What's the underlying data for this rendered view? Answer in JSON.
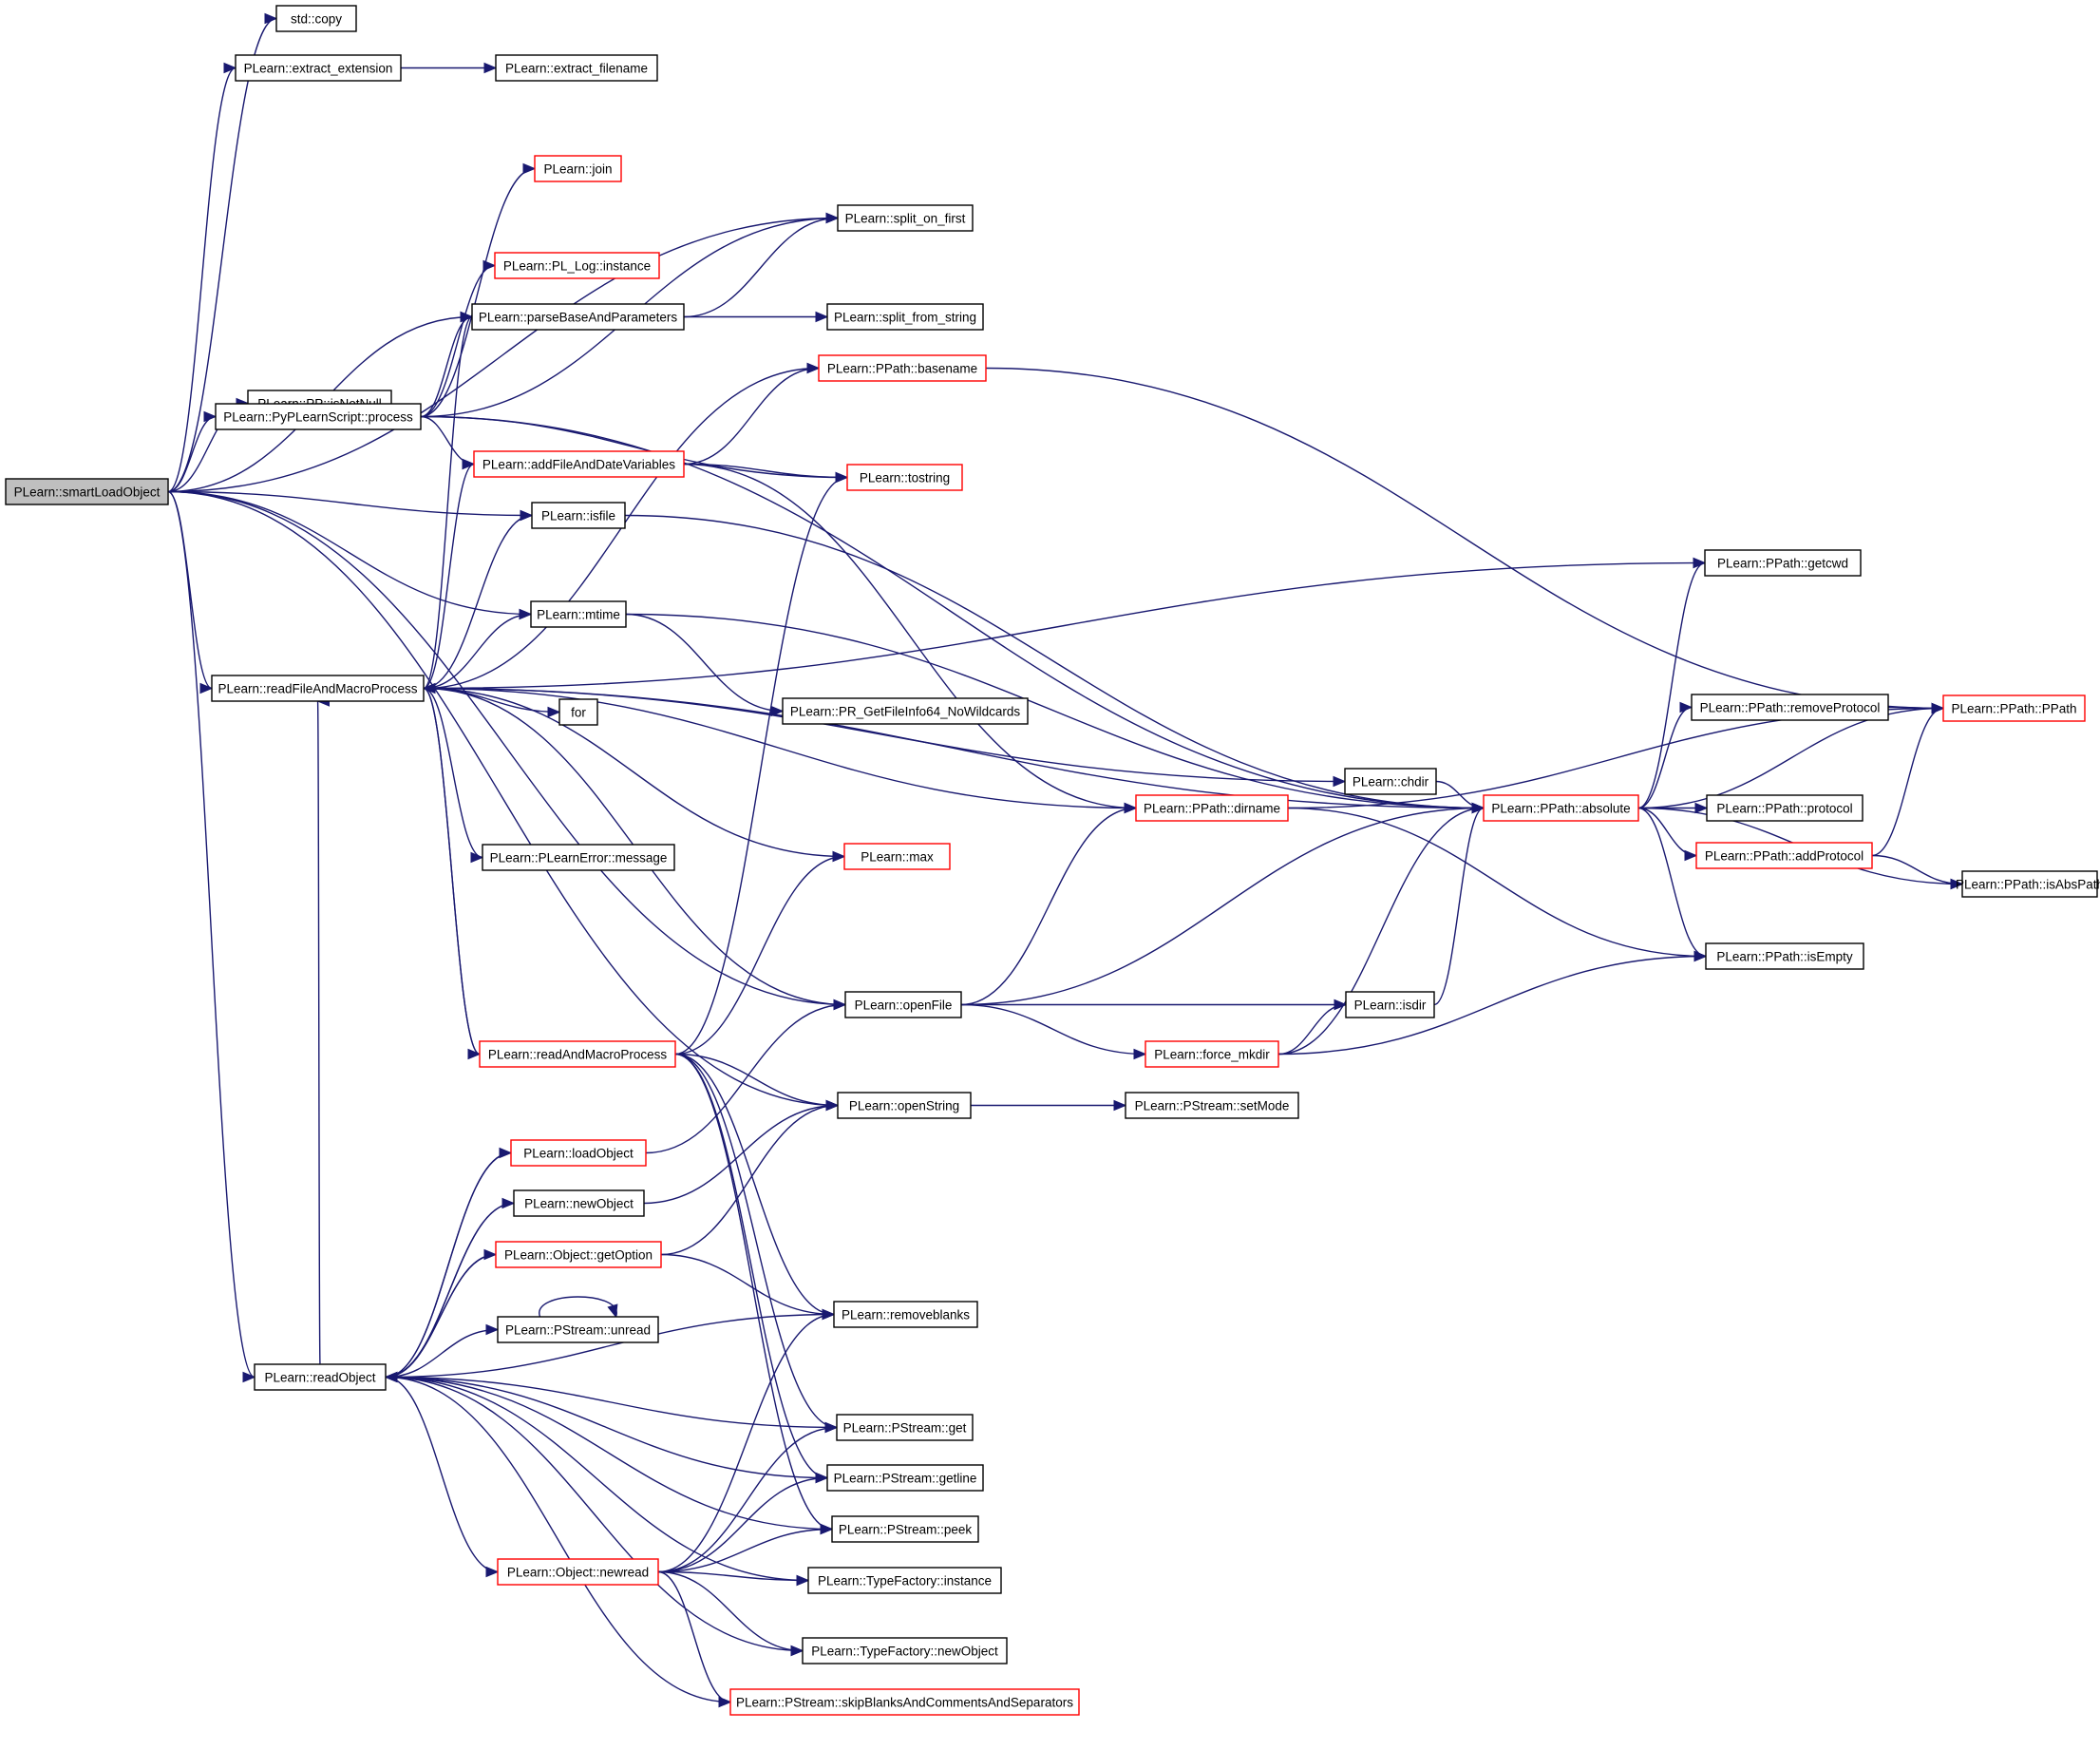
{
  "diagram": {
    "colors": {
      "edge": "#191970",
      "truncated_border": "#ff0000",
      "node_border": "#000000",
      "root_fill": "#bfbfbf"
    },
    "nodes": [
      {
        "id": "smartLoadObject",
        "label": "PLearn::smartLoadObject",
        "root": true
      },
      {
        "id": "copy",
        "label": "std::copy"
      },
      {
        "id": "extract_extension",
        "label": "PLearn::extract_extension"
      },
      {
        "id": "extract_filename",
        "label": "PLearn::extract_filename"
      },
      {
        "id": "join",
        "label": "PLearn::join",
        "truncated": true
      },
      {
        "id": "split_on_first",
        "label": "PLearn::split_on_first"
      },
      {
        "id": "pl_log_instance",
        "label": "PLearn::PL_Log::instance",
        "truncated": true
      },
      {
        "id": "parseBaseAndParameters",
        "label": "PLearn::parseBaseAndParameters"
      },
      {
        "id": "split_from_string",
        "label": "PLearn::split_from_string"
      },
      {
        "id": "isNotNull",
        "label": "PLearn::PP::isNotNull"
      },
      {
        "id": "basename",
        "label": "PLearn::PPath::basename",
        "truncated": true
      },
      {
        "id": "process",
        "label": "PLearn::PyPLearnScript::process"
      },
      {
        "id": "addFileAndDateVariables",
        "label": "PLearn::addFileAndDateVariables",
        "truncated": true
      },
      {
        "id": "tostring",
        "label": "PLearn::tostring",
        "truncated": true
      },
      {
        "id": "isfile",
        "label": "PLearn::isfile"
      },
      {
        "id": "getcwd",
        "label": "PLearn::PPath::getcwd"
      },
      {
        "id": "mtime",
        "label": "PLearn::mtime"
      },
      {
        "id": "readFileAndMacroProcess",
        "label": "PLearn::readFileAndMacroProcess"
      },
      {
        "id": "for",
        "label": "for"
      },
      {
        "id": "pr_getfileinfo",
        "label": "PLearn::PR_GetFileInfo64_NoWildcards"
      },
      {
        "id": "removeProtocol",
        "label": "PLearn::PPath::removeProtocol"
      },
      {
        "id": "ppath_ppath",
        "label": "PLearn::PPath::PPath",
        "truncated": true
      },
      {
        "id": "chdir",
        "label": "PLearn::chdir"
      },
      {
        "id": "dirname",
        "label": "PLearn::PPath::dirname",
        "truncated": true
      },
      {
        "id": "absolute",
        "label": "PLearn::PPath::absolute",
        "truncated": true
      },
      {
        "id": "protocol",
        "label": "PLearn::PPath::protocol"
      },
      {
        "id": "message",
        "label": "PLearn::PLearnError::message"
      },
      {
        "id": "max",
        "label": "PLearn::max",
        "truncated": true
      },
      {
        "id": "addProtocol",
        "label": "PLearn::PPath::addProtocol",
        "truncated": true
      },
      {
        "id": "isAbsPath",
        "label": "PLearn::PPath::isAbsPath"
      },
      {
        "id": "isEmpty",
        "label": "PLearn::PPath::isEmpty"
      },
      {
        "id": "openFile",
        "label": "PLearn::openFile"
      },
      {
        "id": "isdir",
        "label": "PLearn::isdir"
      },
      {
        "id": "readAndMacroProcess",
        "label": "PLearn::readAndMacroProcess",
        "truncated": true
      },
      {
        "id": "force_mkdir",
        "label": "PLearn::force_mkdir",
        "truncated": true
      },
      {
        "id": "openString",
        "label": "PLearn::openString"
      },
      {
        "id": "setMode",
        "label": "PLearn::PStream::setMode"
      },
      {
        "id": "loadObject",
        "label": "PLearn::loadObject",
        "truncated": true
      },
      {
        "id": "newObject",
        "label": "PLearn::newObject"
      },
      {
        "id": "getOption",
        "label": "PLearn::Object::getOption",
        "truncated": true
      },
      {
        "id": "removeblanks",
        "label": "PLearn::removeblanks"
      },
      {
        "id": "unread",
        "label": "PLearn::PStream::unread"
      },
      {
        "id": "readObject",
        "label": "PLearn::readObject"
      },
      {
        "id": "get",
        "label": "PLearn::PStream::get"
      },
      {
        "id": "getline",
        "label": "PLearn::PStream::getline"
      },
      {
        "id": "peek",
        "label": "PLearn::PStream::peek"
      },
      {
        "id": "newread",
        "label": "PLearn::Object::newread",
        "truncated": true
      },
      {
        "id": "tf_instance",
        "label": "PLearn::TypeFactory::instance"
      },
      {
        "id": "tf_newObject",
        "label": "PLearn::TypeFactory::newObject"
      },
      {
        "id": "skipBlanks",
        "label": "PLearn::PStream::skipBlanksAndCommentsAndSeparators",
        "truncated": true
      }
    ],
    "edges": [
      [
        "smartLoadObject",
        "copy"
      ],
      [
        "smartLoadObject",
        "extract_extension"
      ],
      [
        "extract_extension",
        "extract_filename"
      ],
      [
        "smartLoadObject",
        "split_on_first"
      ],
      [
        "smartLoadObject",
        "isNotNull"
      ],
      [
        "smartLoadObject",
        "process"
      ],
      [
        "smartLoadObject",
        "parseBaseAndParameters"
      ],
      [
        "smartLoadObject",
        "isfile"
      ],
      [
        "smartLoadObject",
        "mtime"
      ],
      [
        "smartLoadObject",
        "readFileAndMacroProcess"
      ],
      [
        "smartLoadObject",
        "readObject"
      ],
      [
        "smartLoadObject",
        "openFile"
      ],
      [
        "smartLoadObject",
        "openString"
      ],
      [
        "process",
        "join"
      ],
      [
        "process",
        "split_on_first"
      ],
      [
        "process",
        "pl_log_instance"
      ],
      [
        "process",
        "parseBaseAndParameters"
      ],
      [
        "process",
        "addFileAndDateVariables"
      ],
      [
        "process",
        "tostring"
      ],
      [
        "process",
        "absolute"
      ],
      [
        "parseBaseAndParameters",
        "split_on_first"
      ],
      [
        "parseBaseAndParameters",
        "split_from_string"
      ],
      [
        "addFileAndDateVariables",
        "basename"
      ],
      [
        "addFileAndDateVariables",
        "tostring"
      ],
      [
        "addFileAndDateVariables",
        "dirname"
      ],
      [
        "basename",
        "ppath_ppath"
      ],
      [
        "isfile",
        "absolute"
      ],
      [
        "mtime",
        "pr_getfileinfo"
      ],
      [
        "mtime",
        "absolute"
      ],
      [
        "readFileAndMacroProcess",
        "parseBaseAndParameters"
      ],
      [
        "readFileAndMacroProcess",
        "basename"
      ],
      [
        "readFileAndMacroProcess",
        "addFileAndDateVariables"
      ],
      [
        "readFileAndMacroProcess",
        "isfile"
      ],
      [
        "readFileAndMacroProcess",
        "getcwd"
      ],
      [
        "readFileAndMacroProcess",
        "mtime"
      ],
      [
        "readFileAndMacroProcess",
        "for"
      ],
      [
        "readFileAndMacroProcess",
        "chdir"
      ],
      [
        "readFileAndMacroProcess",
        "dirname"
      ],
      [
        "readFileAndMacroProcess",
        "message"
      ],
      [
        "readFileAndMacroProcess",
        "max"
      ],
      [
        "readFileAndMacroProcess",
        "absolute"
      ],
      [
        "readFileAndMacroProcess",
        "openFile"
      ],
      [
        "readFileAndMacroProcess",
        "readAndMacroProcess"
      ],
      [
        "chdir",
        "absolute"
      ],
      [
        "dirname",
        "ppath_ppath"
      ],
      [
        "dirname",
        "isEmpty"
      ],
      [
        "absolute",
        "getcwd"
      ],
      [
        "absolute",
        "removeProtocol"
      ],
      [
        "absolute",
        "ppath_ppath"
      ],
      [
        "absolute",
        "protocol"
      ],
      [
        "absolute",
        "addProtocol"
      ],
      [
        "absolute",
        "isAbsPath"
      ],
      [
        "absolute",
        "isEmpty"
      ],
      [
        "removeProtocol",
        "ppath_ppath"
      ],
      [
        "addProtocol",
        "ppath_ppath"
      ],
      [
        "addProtocol",
        "isAbsPath"
      ],
      [
        "openFile",
        "dirname"
      ],
      [
        "openFile",
        "absolute"
      ],
      [
        "openFile",
        "isdir"
      ],
      [
        "openFile",
        "force_mkdir"
      ],
      [
        "isdir",
        "absolute"
      ],
      [
        "force_mkdir",
        "isdir"
      ],
      [
        "force_mkdir",
        "absolute"
      ],
      [
        "force_mkdir",
        "isEmpty"
      ],
      [
        "readAndMacroProcess",
        "readFileAndMacroProcess"
      ],
      [
        "readAndMacroProcess",
        "tostring"
      ],
      [
        "readAndMacroProcess",
        "max"
      ],
      [
        "readAndMacroProcess",
        "openString"
      ],
      [
        "readAndMacroProcess",
        "removeblanks"
      ],
      [
        "readAndMacroProcess",
        "get"
      ],
      [
        "readAndMacroProcess",
        "getline"
      ],
      [
        "readAndMacroProcess",
        "peek"
      ],
      [
        "openString",
        "setMode"
      ],
      [
        "loadObject",
        "openFile"
      ],
      [
        "loadObject",
        "readObject"
      ],
      [
        "newObject",
        "openString"
      ],
      [
        "newObject",
        "readObject"
      ],
      [
        "getOption",
        "openString"
      ],
      [
        "getOption",
        "removeblanks"
      ],
      [
        "getOption",
        "readObject"
      ],
      [
        "unread",
        "unread"
      ],
      [
        "readObject",
        "readFileAndMacroProcess"
      ],
      [
        "readObject",
        "loadObject"
      ],
      [
        "readObject",
        "newObject"
      ],
      [
        "readObject",
        "getOption"
      ],
      [
        "readObject",
        "unread"
      ],
      [
        "readObject",
        "removeblanks"
      ],
      [
        "readObject",
        "get"
      ],
      [
        "readObject",
        "getline"
      ],
      [
        "readObject",
        "peek"
      ],
      [
        "readObject",
        "newread"
      ],
      [
        "readObject",
        "tf_instance"
      ],
      [
        "readObject",
        "tf_newObject"
      ],
      [
        "readObject",
        "skipBlanks"
      ],
      [
        "newread",
        "removeblanks"
      ],
      [
        "newread",
        "get"
      ],
      [
        "newread",
        "getline"
      ],
      [
        "newread",
        "peek"
      ],
      [
        "newread",
        "tf_instance"
      ],
      [
        "newread",
        "tf_newObject"
      ],
      [
        "newread",
        "skipBlanks"
      ]
    ]
  }
}
